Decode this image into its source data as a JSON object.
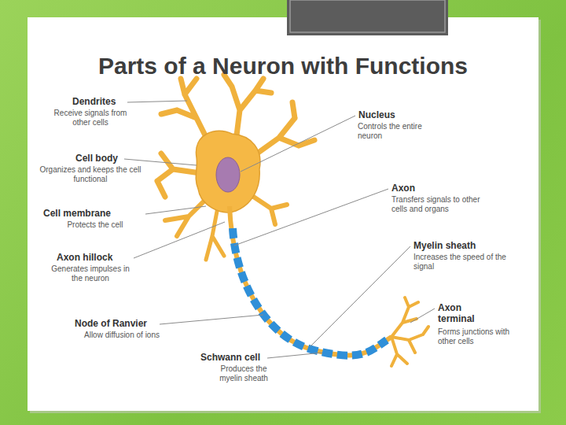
{
  "diagram": {
    "title": "Parts of a Neuron with Functions",
    "labels": [
      "Dendrites",
      "Receive signals from other cells",
      "Cell body",
      "Organizes and keeps the cell functional",
      "Cell membrane",
      "Protects the cell",
      "Axon hillock",
      "Generates impulses in the neuron",
      "Node of Ranvier",
      "Allow diffusion of ions",
      "Schwann cell",
      "Produces the myelin sheath",
      "Nucleus",
      "Controls the entire neuron",
      "Axon",
      "Transfers signals to other cells and organs",
      "Myelin sheath",
      "Increases the speed of the signal",
      "Axon terminal",
      "Forms junctions with other cells"
    ]
  }
}
